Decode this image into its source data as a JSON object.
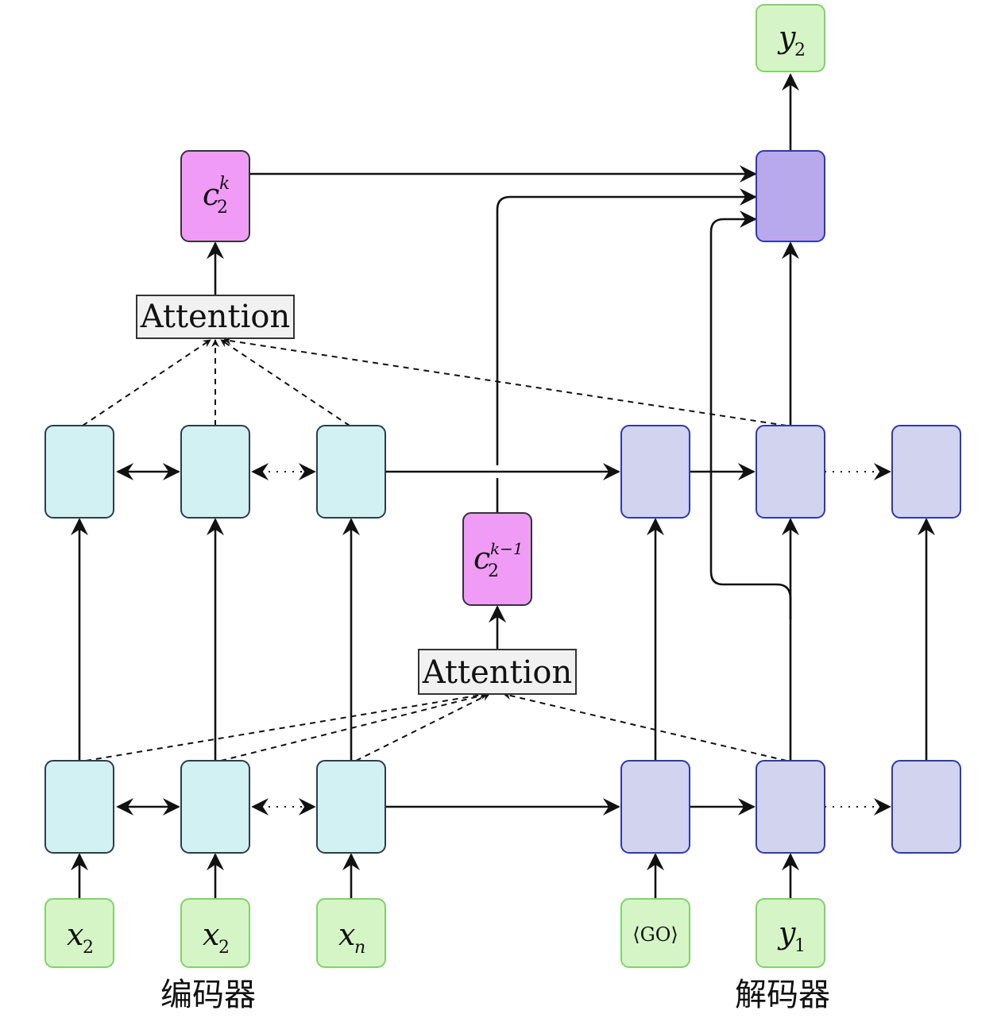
{
  "encoder_label": "编码器",
  "decoder_label": "解码器",
  "attention_label": "Attention",
  "inputs": {
    "enc_1": {
      "base": "x",
      "sub": "2"
    },
    "enc_2": {
      "base": "x",
      "sub": "2"
    },
    "enc_3": {
      "base": "x",
      "sub": "n"
    },
    "go": "⟨GO⟩",
    "dec_1": {
      "base": "y",
      "sub": "1"
    }
  },
  "output": {
    "base": "y",
    "sub": "2"
  },
  "context_top": {
    "base": "c",
    "sub": "2",
    "sup": "k"
  },
  "context_bottom": {
    "base": "c",
    "sub": "2",
    "sup": "k−1"
  },
  "colors": {
    "encoder_fill": "#d2f1f2",
    "decoder_fill": "#d1d3ef",
    "decoder_output_fill": "#b8a8ec",
    "context_fill": "#f09cf7",
    "io_fill": "#d6f5c6"
  }
}
